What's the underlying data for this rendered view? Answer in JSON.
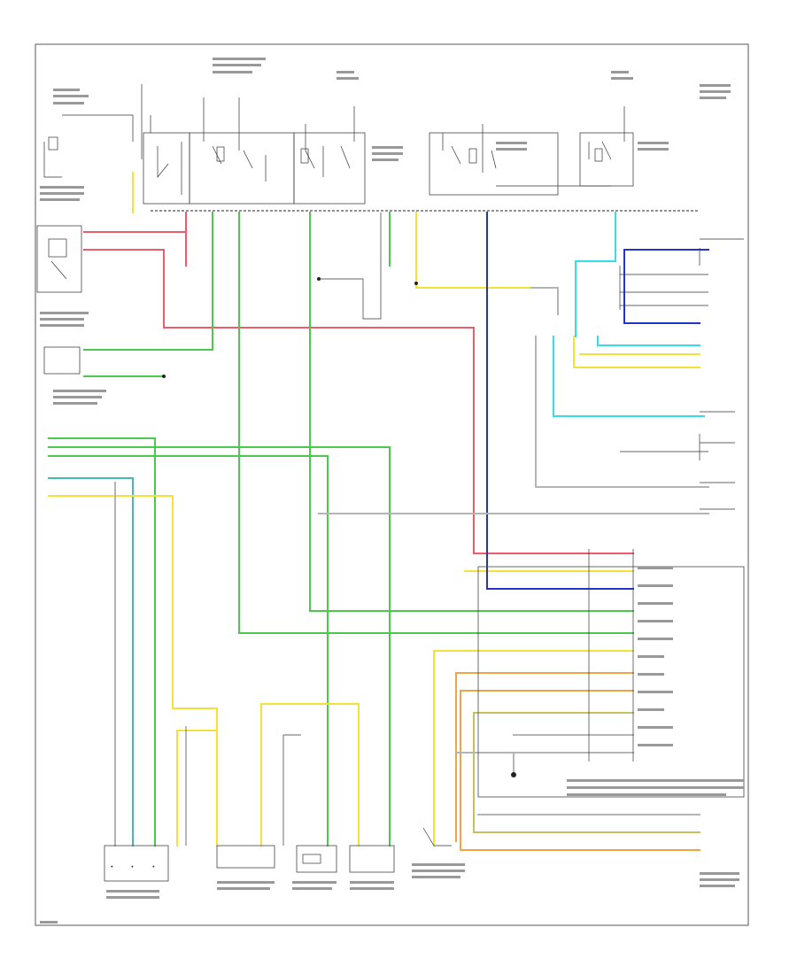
{
  "diagram": {
    "relays": [
      {
        "id": "relay-1"
      },
      {
        "id": "relay-2"
      },
      {
        "id": "relay-3"
      },
      {
        "id": "relay-4"
      }
    ],
    "connectors": [
      {
        "id": "compressor-clutch-diode"
      },
      {
        "id": "compressor-clutch"
      },
      {
        "id": "engine-control-module"
      },
      {
        "id": "hvac-control-module"
      },
      {
        "id": "blower-motor-resistor"
      },
      {
        "id": "ambient-air-temp-sensor"
      },
      {
        "id": "ac-refrigerant-pressure-sensor"
      },
      {
        "id": "lower-left-mode-sensor"
      },
      {
        "id": "lower-right-mode-sensor"
      },
      {
        "id": "engine-coolant-temp-sensor"
      }
    ],
    "wire_colors": {
      "red": "#ef5b6b",
      "green": "#4cc84c",
      "yellow": "#f2e23a",
      "blue": "#2433c8",
      "cyan": "#37dcea",
      "orange": "#f0a446",
      "teal": "#48b8b0",
      "gray": "#b4b4b4",
      "olive": "#c8c060"
    }
  }
}
